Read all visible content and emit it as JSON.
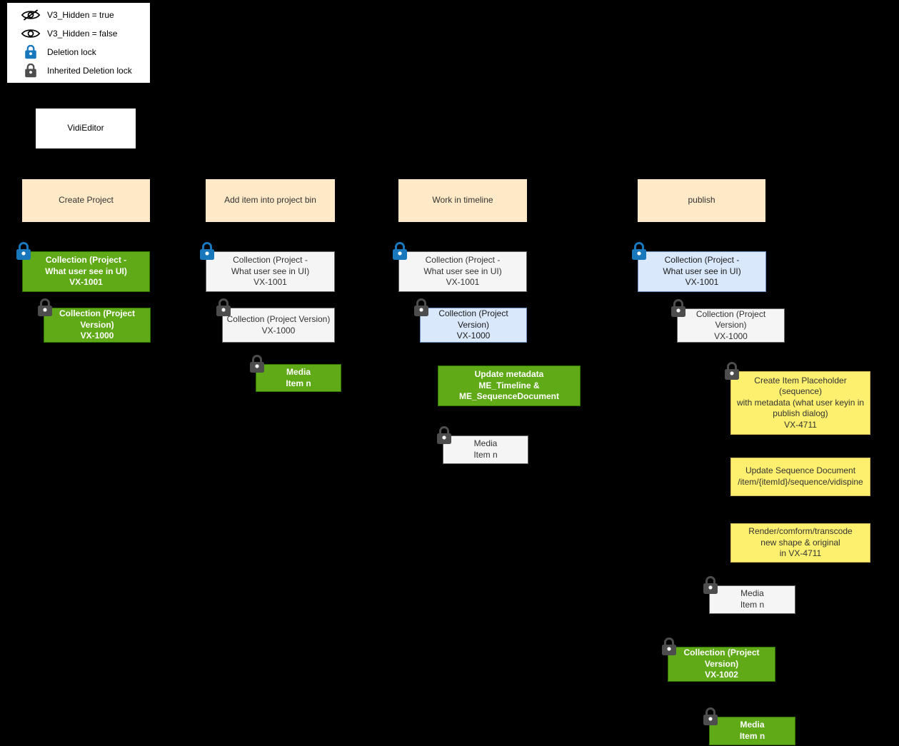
{
  "colors": {
    "green_fill": "#60a917",
    "green_border": "#2d7600",
    "gray_fill": "#f5f5f5",
    "gray_border": "#666666",
    "blue_fill": "#dae8fc",
    "blue_border": "#6c8ebf",
    "yellow_fill": "#fdf06f",
    "yellow_border": "#d6b656",
    "header_fill": "#ffe9c7",
    "lock_blue": "#1977bc",
    "lock_gray": "#4d4d4d",
    "background": "#000000"
  },
  "legend": {
    "items": [
      {
        "icon": "eye-slash-icon",
        "label": "V3_Hidden = true"
      },
      {
        "icon": "eye-icon",
        "label": "V3_Hidden = false"
      },
      {
        "icon": "deletion-lock-icon",
        "label": "Deletion lock"
      },
      {
        "icon": "inherited-deletion-lock-icon",
        "label": "Inherited Deletion lock"
      }
    ]
  },
  "app_box": {
    "label": "VidiEditor"
  },
  "columns": [
    {
      "header": "Create Project",
      "nodes": [
        {
          "style": "green",
          "lock": "blue",
          "text": "Collection (Project -\nWhat user see in UI)\nVX-1001"
        },
        {
          "style": "green",
          "lock": "gray",
          "text": "Collection (Project Version)\nVX-1000"
        }
      ]
    },
    {
      "header": "Add item into project bin",
      "nodes": [
        {
          "style": "gray",
          "lock": "blue",
          "text": "Collection (Project -\nWhat user see in UI)\nVX-1001"
        },
        {
          "style": "gray",
          "lock": "gray",
          "text": "Collection (Project Version)\nVX-1000"
        },
        {
          "style": "green",
          "lock": "gray",
          "text": "Media\nItem n"
        }
      ]
    },
    {
      "header": "Work in timeline",
      "nodes": [
        {
          "style": "gray",
          "lock": "blue",
          "text": "Collection (Project -\nWhat user see in UI)\nVX-1001"
        },
        {
          "style": "blue",
          "lock": "gray",
          "text": "Collection (Project Version)\nVX-1000"
        },
        {
          "style": "green",
          "lock": "none",
          "text": "Update metadata\nME_Timeline &\nME_SequenceDocument"
        },
        {
          "style": "gray",
          "lock": "gray",
          "text": "Media\nItem n"
        }
      ]
    },
    {
      "header": "publish",
      "nodes": [
        {
          "style": "blue",
          "lock": "blue",
          "text": "Collection (Project -\nWhat user see in UI)\nVX-1001"
        },
        {
          "style": "gray",
          "lock": "gray",
          "text": "Collection (Project Version)\nVX-1000"
        },
        {
          "style": "yellow",
          "lock": "gray",
          "text": "Create Item Placeholder\n(sequence)\nwith metadata (what user keyin in\npublish dialog)\nVX-4711"
        },
        {
          "style": "yellow",
          "lock": "none",
          "text": "Update Sequence Document\n/item/{itemId}/sequence/vidispine"
        },
        {
          "style": "yellow",
          "lock": "none",
          "text": "Render/comform/transcode\nnew shape & original\nin VX-4711"
        },
        {
          "style": "gray",
          "lock": "gray",
          "text": "Media\nItem n"
        },
        {
          "style": "green",
          "lock": "gray",
          "text": "Collection (Project Version)\nVX-1002"
        },
        {
          "style": "green",
          "lock": "gray",
          "text": "Media\nItem n"
        }
      ]
    }
  ]
}
